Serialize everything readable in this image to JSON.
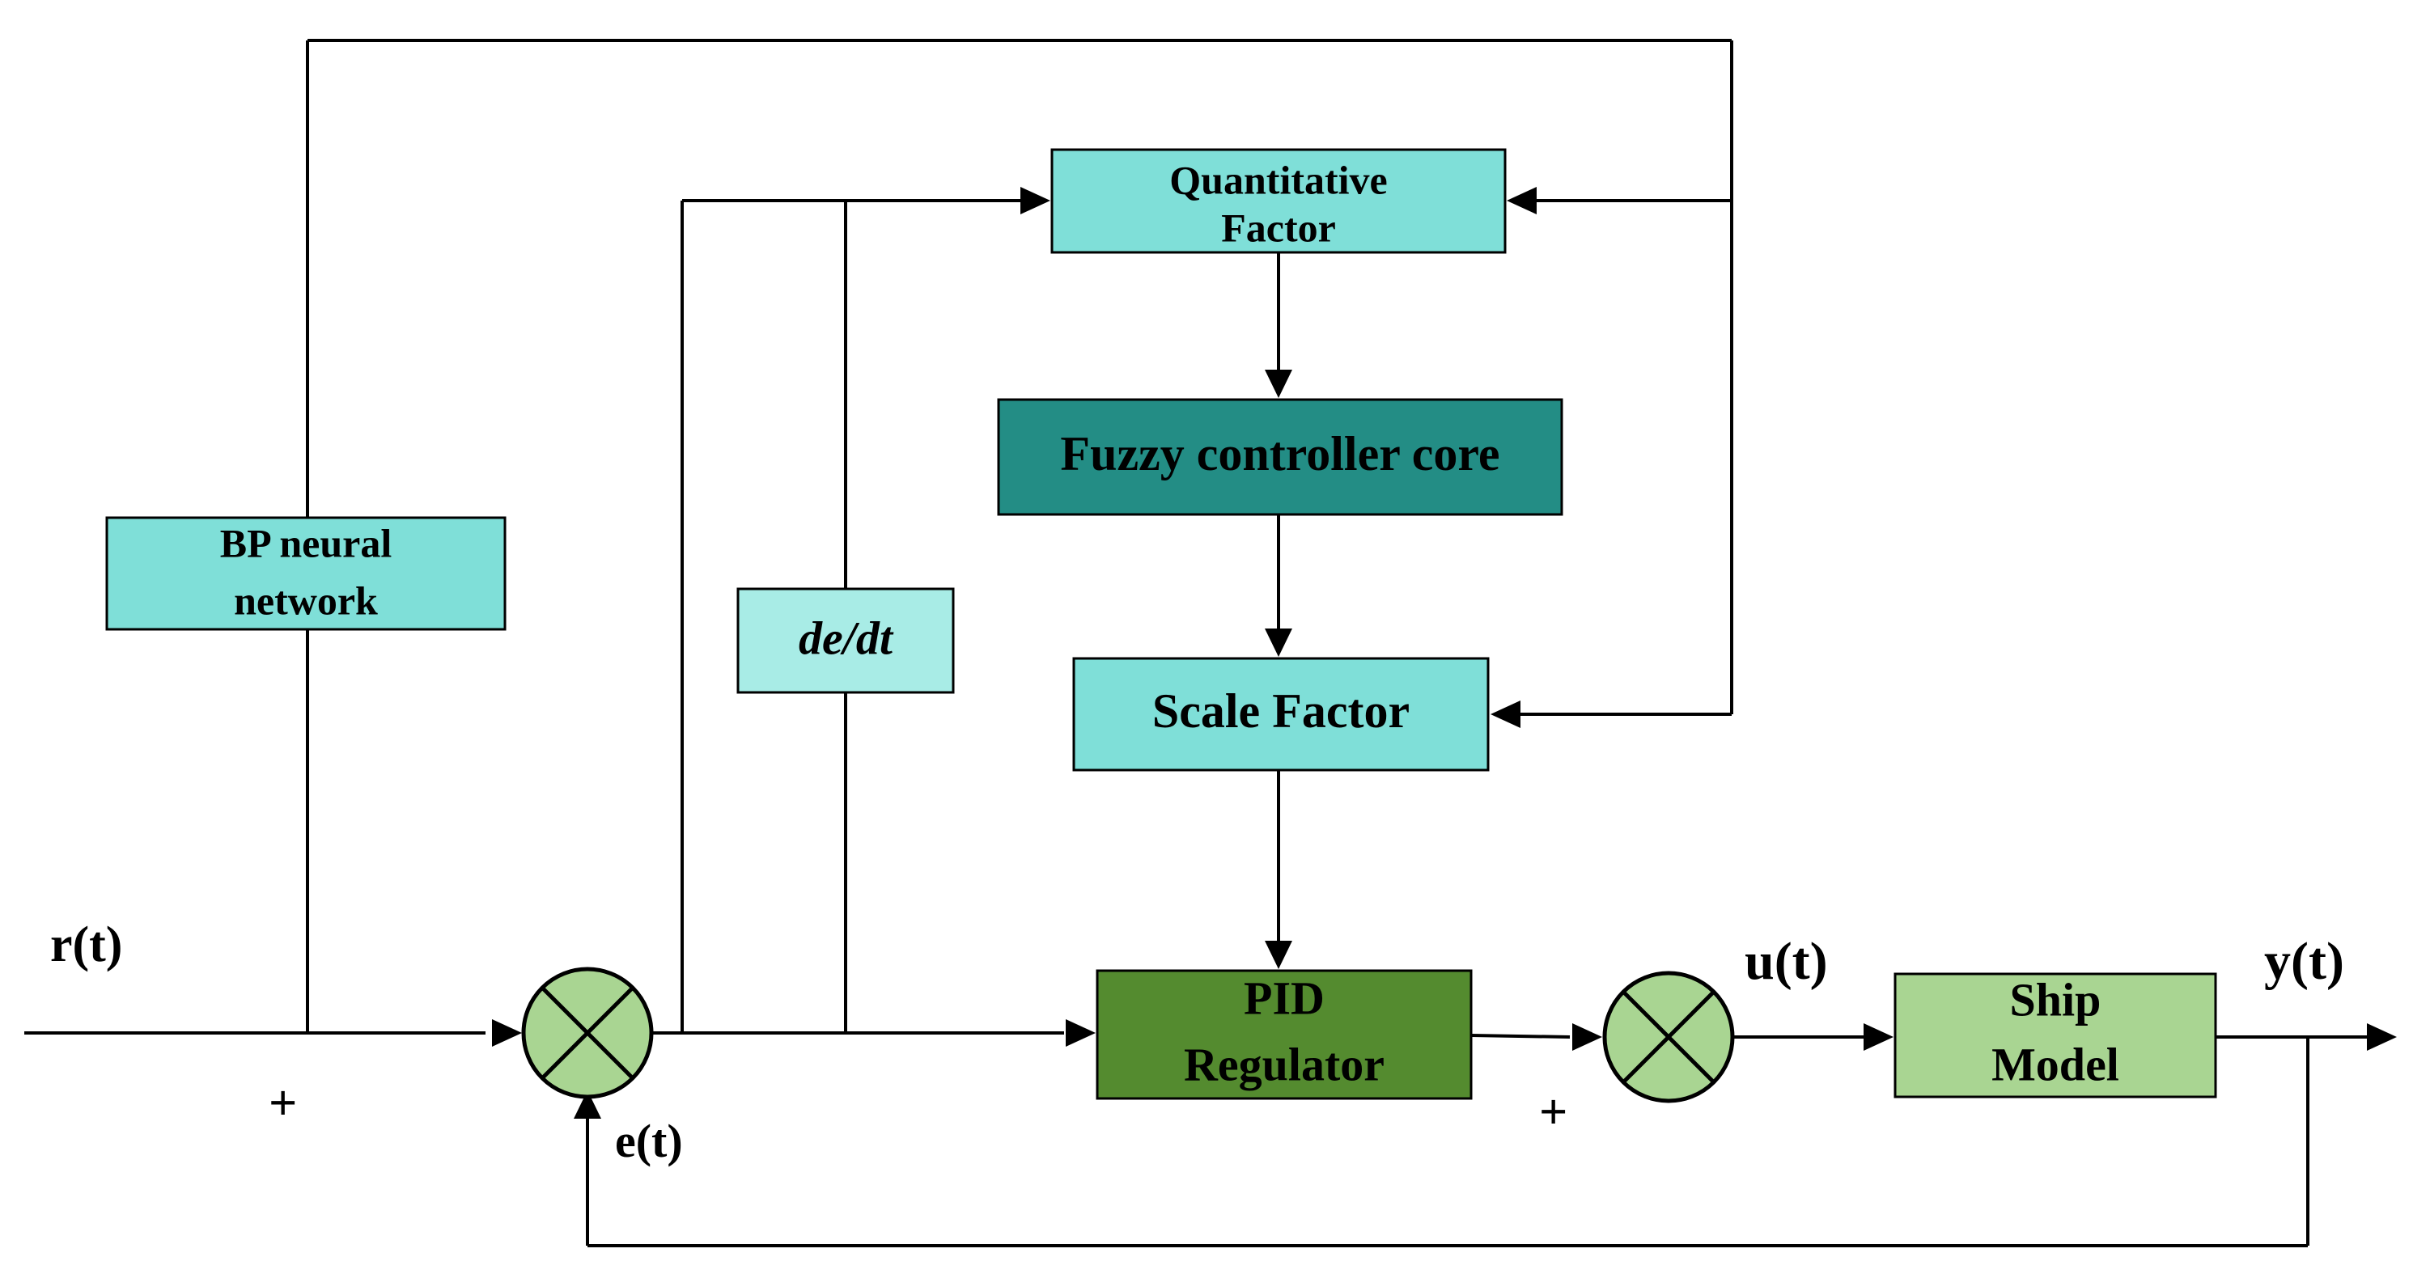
{
  "blocks": {
    "quantitative_factor": {
      "line1": "Quantitative",
      "line2": "Factor",
      "color": "#7fdfd8"
    },
    "fuzzy_core": {
      "text": "Fuzzy controller core",
      "color": "#238d85"
    },
    "scale_factor": {
      "text": "Scale Factor",
      "color": "#7fdfd8"
    },
    "pid_regulator": {
      "line1": "PID",
      "line2": "Regulator",
      "color": "#548b2f"
    },
    "ship_model": {
      "line1": "Ship",
      "line2": "Model",
      "color": "#a9d592"
    },
    "bp_neural_network": {
      "line1": "BP neural",
      "line2": "network",
      "color": "#7fdfd8"
    },
    "derivative": {
      "text": "de/dt",
      "color": "#a8ece6"
    }
  },
  "signals": {
    "reference": "r(t)",
    "error": "e(t)",
    "control": "u(t)",
    "output": "y(t)",
    "plus_sign_1": "+",
    "plus_sign_2": "+"
  },
  "summing_junction_color": "#a9d592"
}
